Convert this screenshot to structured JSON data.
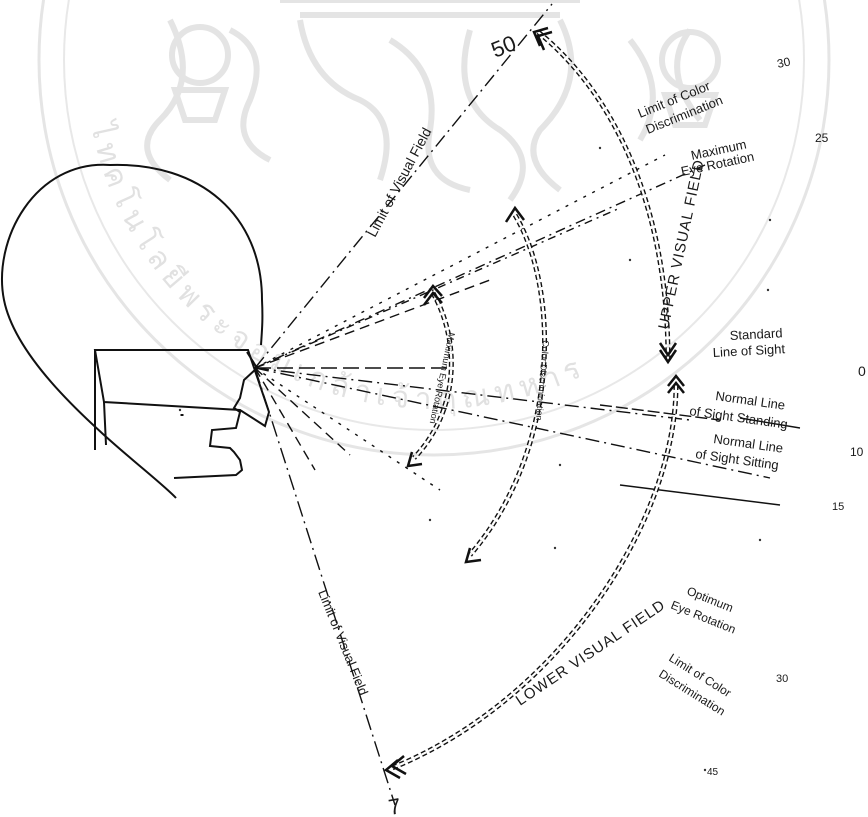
{
  "watermark": {
    "arc_text": "ไทคโนโลยีพระจอมเกล้าเจ้าคุณทหาร"
  },
  "labels": {
    "limit_visual_field_upper": "Limit of Visual Field",
    "limit_color_upper_line1": "Limit of Color",
    "limit_color_upper_line2": "Discrimination",
    "max_eye_rotation_line1": "Maximum",
    "max_eye_rotation_line2": "Eye Rotation",
    "upper_visual_field": "UPPER VISUAL FIELD",
    "standard_los_line1": "Standard",
    "standard_los_line2": "Line of Sight",
    "normal_standing_line1": "Normal Line",
    "normal_standing_line2": "of Sight Standing",
    "normal_sitting_line1": "Normal Line",
    "normal_sitting_line2": "of Sight Sitting",
    "lower_visual_field": "LOWER VISUAL FIELD",
    "optimum_eye_rotation_line1": "Optimum",
    "optimum_eye_rotation_line2": "Eye Rotation",
    "limit_color_lower_line1": "Limit of Color",
    "limit_color_lower_line2": "Discrimination",
    "limit_visual_field_lower": "Limit of Visual Field",
    "inner_arc_outer": "Color Discrimination",
    "inner_arc_inner": "Maximum Eye Rotation"
  },
  "degrees": {
    "d50": "50",
    "d30_top": "30",
    "d25": "25",
    "d0": "0",
    "d10": "10",
    "d15": "15",
    "d30_bottom": "30",
    "d45": "45",
    "d70": "7"
  }
}
